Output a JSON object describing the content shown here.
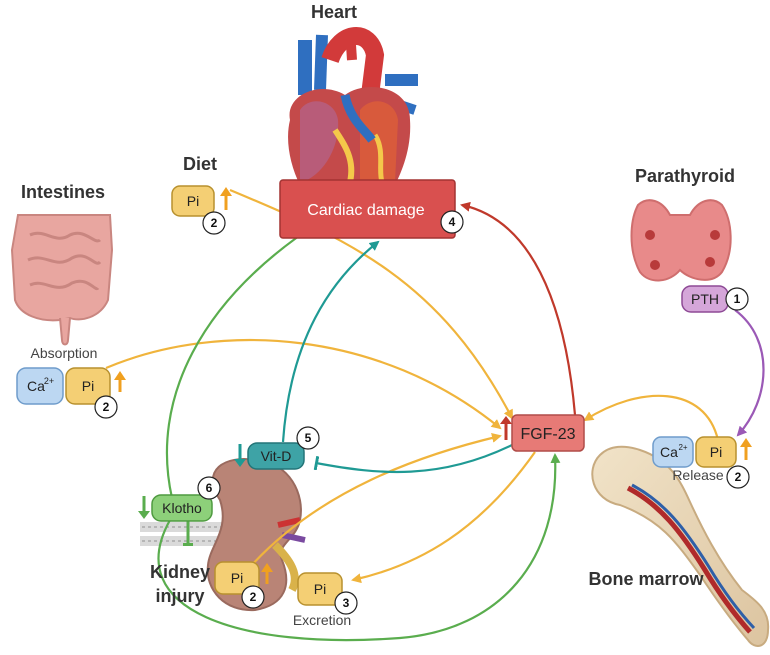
{
  "titles": {
    "heart": "Heart",
    "diet": "Diet",
    "intestines": "Intestines",
    "parathyroid": "Parathyroid",
    "kidney_line1": "Kidney",
    "kidney_line2": "injury",
    "bone_marrow": "Bone marrow"
  },
  "labels": {
    "cardiac_damage": "Cardiac damage",
    "fgf23": "FGF-23",
    "pth": "PTH",
    "vitd": "Vit-D",
    "klotho": "Klotho",
    "pi": "Pi",
    "ca": "Ca",
    "ca_sup": "2+",
    "absorption": "Absorption",
    "release": "Release",
    "excretion": "Excretion"
  },
  "badges": {
    "cardiac": "4",
    "pth": "1",
    "diet_pi": "2",
    "intestine_pi": "2",
    "bone_pi": "2",
    "kidney_pi": "2",
    "excretion_pi": "3",
    "vitd": "5",
    "klotho": "6"
  },
  "colors": {
    "orange_arrow": "#f0b43c",
    "green_arrow": "#5aad4e",
    "teal_arrow": "#1f9a94",
    "red_arrow": "#c0392b",
    "purple_arrow": "#9b59b6",
    "pi_box": "#f4cf74",
    "ca_box": "#bcd7f2",
    "cardiac_box": "#d9504f",
    "fgf_box": "#e77a76",
    "pth_box": "#d5a6d9",
    "vitd_box": "#3ea3a6",
    "klotho_box": "#8dd07a"
  }
}
